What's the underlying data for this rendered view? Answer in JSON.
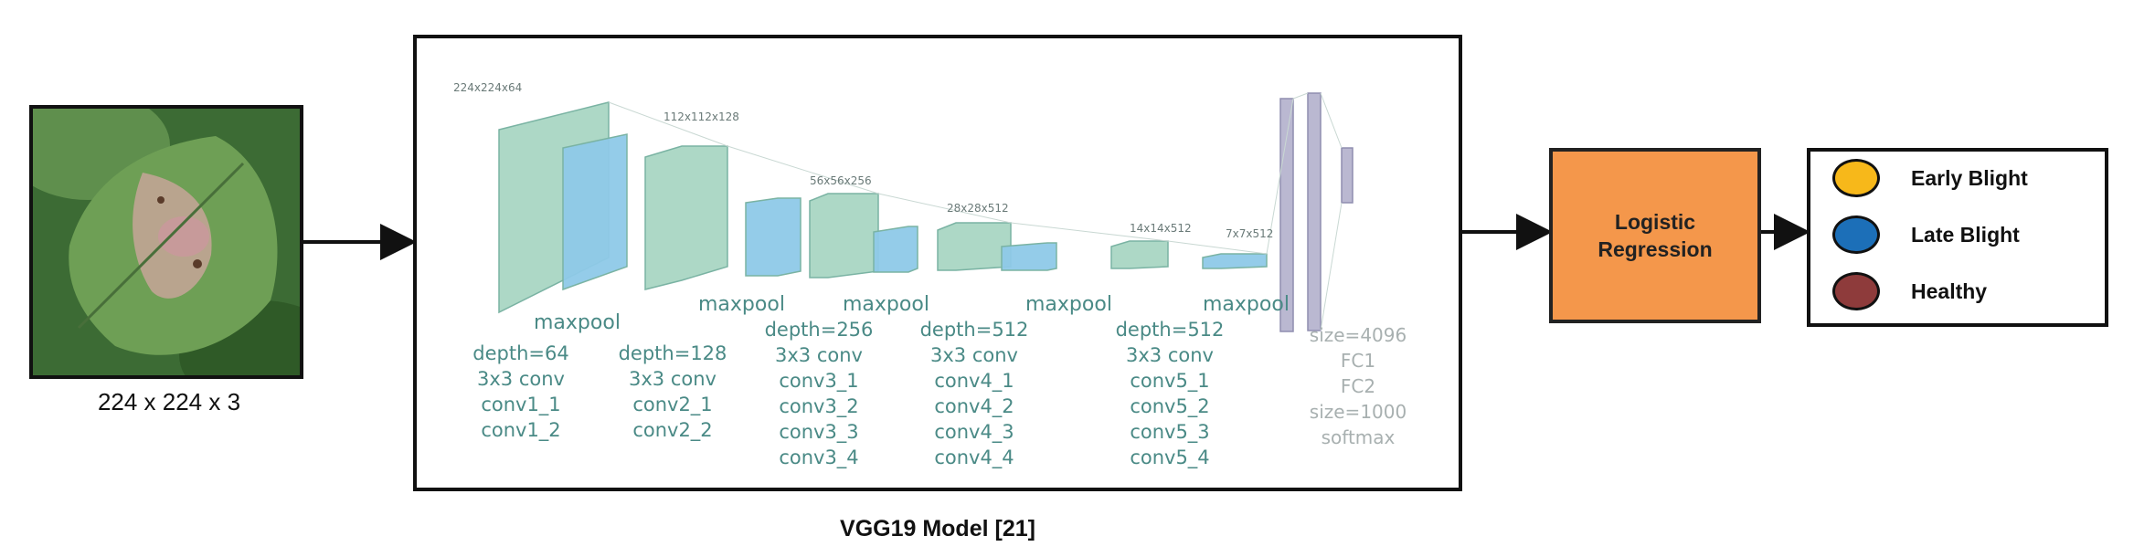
{
  "input": {
    "size_label": "224 x 224 x 3"
  },
  "vgg": {
    "caption": "VGG19 Model [21]",
    "dim_labels": [
      "224x224x64",
      "112x112x128",
      "56x56x256",
      "28x28x512",
      "14x14x512",
      "7x7x512"
    ],
    "maxpool_label": "maxpool",
    "blocks": [
      {
        "lines": [
          "depth=64",
          "3x3 conv",
          "conv1_1",
          "conv1_2"
        ]
      },
      {
        "lines": [
          "depth=128",
          "3x3 conv",
          "conv2_1",
          "conv2_2"
        ]
      },
      {
        "lines": [
          "depth=256",
          "3x3 conv",
          "conv3_1",
          "conv3_2",
          "conv3_3",
          "conv3_4"
        ]
      },
      {
        "lines": [
          "depth=512",
          "3x3 conv",
          "conv4_1",
          "conv4_2",
          "conv4_3",
          "conv4_4"
        ]
      },
      {
        "lines": [
          "depth=512",
          "3x3 conv",
          "conv5_1",
          "conv5_2",
          "conv5_3",
          "conv5_4"
        ]
      }
    ],
    "fc_lines": [
      "size=4096",
      "FC1",
      "FC2",
      "size=1000",
      "softmax"
    ]
  },
  "classifier": {
    "label": "Logistic\nRegression",
    "color": "#f4974b"
  },
  "legend": [
    {
      "label": "Early Blight",
      "color": "#f7b81a"
    },
    {
      "label": "Late Blight",
      "color": "#1c6fb8"
    },
    {
      "label": "Healthy",
      "color": "#8e3b3b"
    }
  ],
  "colors": {
    "layer_green": "#a9d6c3",
    "layer_blue": "#8ec9e8",
    "fc_purple": "#b6b4cf",
    "text_teal": "#4a8a86"
  }
}
